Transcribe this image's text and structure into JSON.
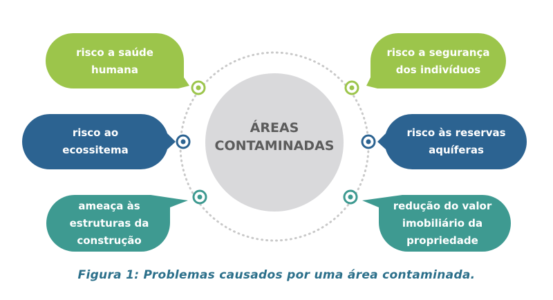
{
  "center": {
    "line1": "ÁREAS",
    "line2": "CONTAMINADAS"
  },
  "bubbles": [
    {
      "key": "saude",
      "lines": [
        "risco a saúde",
        "humana"
      ],
      "color": "#9cc54b"
    },
    {
      "key": "seguranca",
      "lines": [
        "risco a segurança",
        "dos indivíduos"
      ],
      "color": "#9cc54b"
    },
    {
      "key": "ecossistema",
      "lines": [
        "risco ao",
        "ecossitema"
      ],
      "color": "#2c6391"
    },
    {
      "key": "aquiferas",
      "lines": [
        "risco às reservas",
        "aquíferas"
      ],
      "color": "#2c6391"
    },
    {
      "key": "construcao",
      "lines": [
        "ameaça às",
        "estruturas da",
        "construção"
      ],
      "color": "#3e9a91"
    },
    {
      "key": "imobiliario",
      "lines": [
        "redução do valor",
        "imobiliário da",
        "propriedade"
      ],
      "color": "#3e9a91"
    }
  ],
  "caption": "Figura 1: Problemas causados por uma área contaminada.",
  "colors": {
    "center_fill": "#d9d9db",
    "center_text": "#5b5b5b",
    "ring": "#c9c9c9",
    "bubble_text": "#ffffff",
    "caption": "#2b6f8a"
  }
}
